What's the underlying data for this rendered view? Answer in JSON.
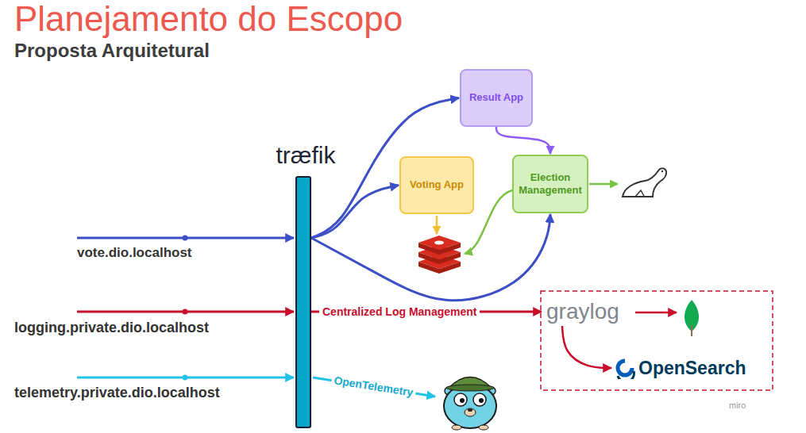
{
  "diagram": {
    "title": "Planejamento do Escopo",
    "nodes": [
      {
        "text": [
          "træfik"
        ]
      },
      {
        "text": [
          "Result App"
        ]
      },
      {
        "text": [
          "Voting App"
        ]
      },
      {
        "text": [
          "Election Management"
        ]
      },
      {
        "text": [
          "graylog"
        ]
      },
      {
        "text": [
          "OpenSearch"
        ]
      }
    ],
    "edges": [
      {
        "from": 0,
        "to": 1,
        "arrow": "to"
      },
      {
        "from": 0,
        "to": 2,
        "arrow": "to"
      },
      {
        "from": 0,
        "to": 3,
        "arrow": "to"
      },
      {
        "from": 1,
        "to": 3,
        "arrow": "to"
      },
      {
        "from": 0,
        "to": 4,
        "label": "Centralized Log Management",
        "arrow": "to"
      },
      {
        "from": 4,
        "to": 5,
        "arrow": "to"
      }
    ],
    "labels": [
      "Proposta Arquitetural",
      "vote.dio.localhost",
      "logging.private.dio.localhost",
      "telemetry.private.dio.localhost",
      "OpenTelemetry",
      "miro"
    ]
  }
}
